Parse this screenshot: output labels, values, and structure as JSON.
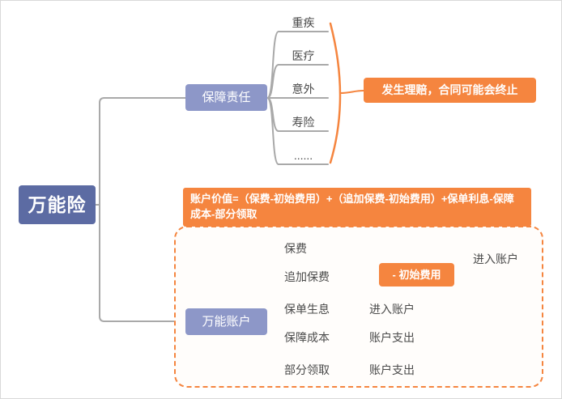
{
  "root": {
    "label": "万能险"
  },
  "branches": {
    "protection": {
      "label": "保障责任",
      "items": [
        "重疾",
        "医疗",
        "意外",
        "寿险",
        "......"
      ],
      "note": "发生理赔，合同可能会终止"
    },
    "account": {
      "label": "万能账户",
      "formula": "账户价值=（保费-初始费用）+（追加保费-初始费用）+保单利息-保障成本-部分领取",
      "rows": [
        {
          "label": "保费",
          "result": ""
        },
        {
          "label": "追加保费",
          "result": ""
        },
        {
          "label": "保单生息",
          "result": "进入账户"
        },
        {
          "label": "保障成本",
          "result": "账户支出"
        },
        {
          "label": "部分领取",
          "result": "账户支出"
        }
      ],
      "fee_box": "- 初始费用",
      "fee_result": "进入账户"
    }
  },
  "colors": {
    "root_bg": "#5c6ba3",
    "branch_bg": "#8d97c8",
    "accent_orange": "#f5853f",
    "connector_gray": "#a9a9a9",
    "text": "#4a4a4a"
  }
}
